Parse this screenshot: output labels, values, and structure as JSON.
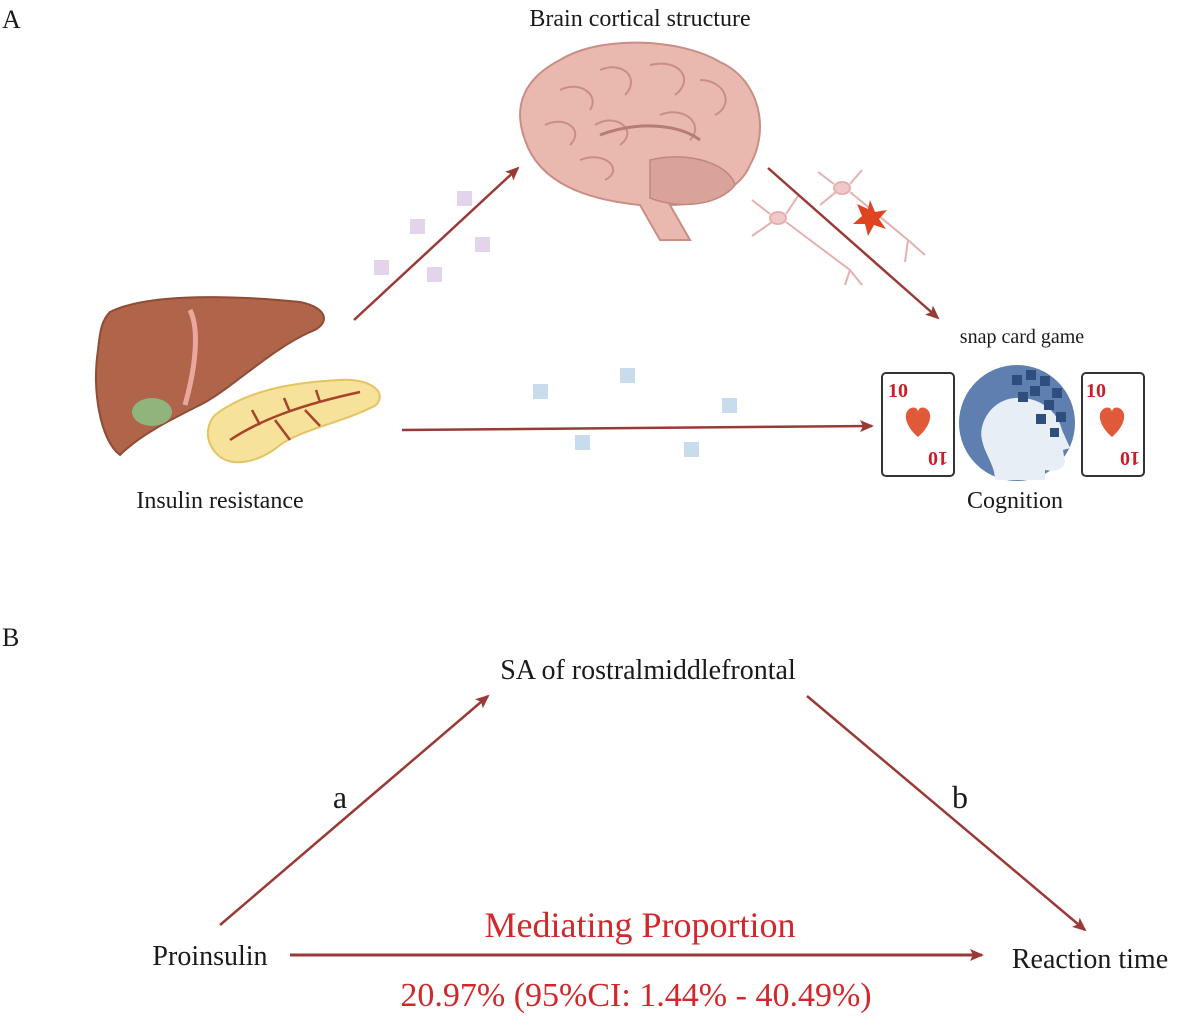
{
  "panel_a": {
    "label": "A",
    "brain_title": "Brain cortical structure",
    "left_label": "Insulin resistance",
    "right_label": "Cognition",
    "game_label": "snap card game",
    "card_rank": "10",
    "colors": {
      "arrow": "#9a3a36",
      "liver": "#b0644a",
      "pancreas": "#f6e29a",
      "brain": "#e9b8ae",
      "purple_square": "#e3d4ec",
      "blue_square": "#c8dcee",
      "card_heart": "#e05a3a",
      "head": "#5e7fb0"
    }
  },
  "panel_b": {
    "label": "B",
    "mediator": "SA of rostralmiddlefrontal",
    "exposure": "Proinsulin",
    "outcome": "Reaction time",
    "path_a": "a",
    "path_b": "b",
    "mediation_title": "Mediating Proportion",
    "mediation_value": "20.97% (95%CI: 1.44% - 40.49%)",
    "colors": {
      "arrow": "#9a3a36",
      "highlight_text": "#d0282b"
    }
  }
}
